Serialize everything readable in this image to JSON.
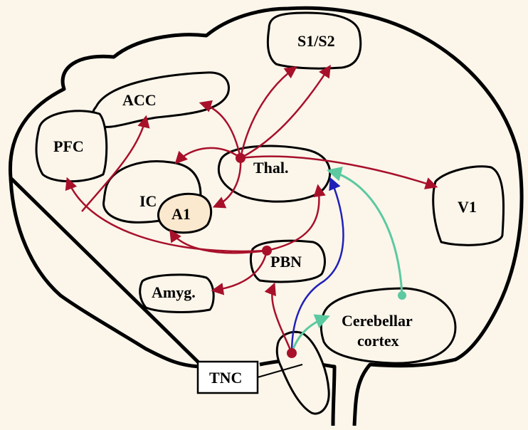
{
  "regions": {
    "s1s2": "S1/S2",
    "acc": "ACC",
    "pfc": "PFC",
    "thal": "Thal.",
    "ic": "IC",
    "a1": "A1",
    "v1": "V1",
    "pbn": "PBN",
    "amyg": "Amyg.",
    "cereb_line1": "Cerebellar",
    "cereb_line2": "cortex",
    "tnc": "TNC"
  },
  "colors": {
    "red": "#a8102a",
    "blue": "#2020b8",
    "green": "#5cc9a0",
    "background": "#fbf5ea",
    "a1_fill": "#fbe9cf"
  }
}
